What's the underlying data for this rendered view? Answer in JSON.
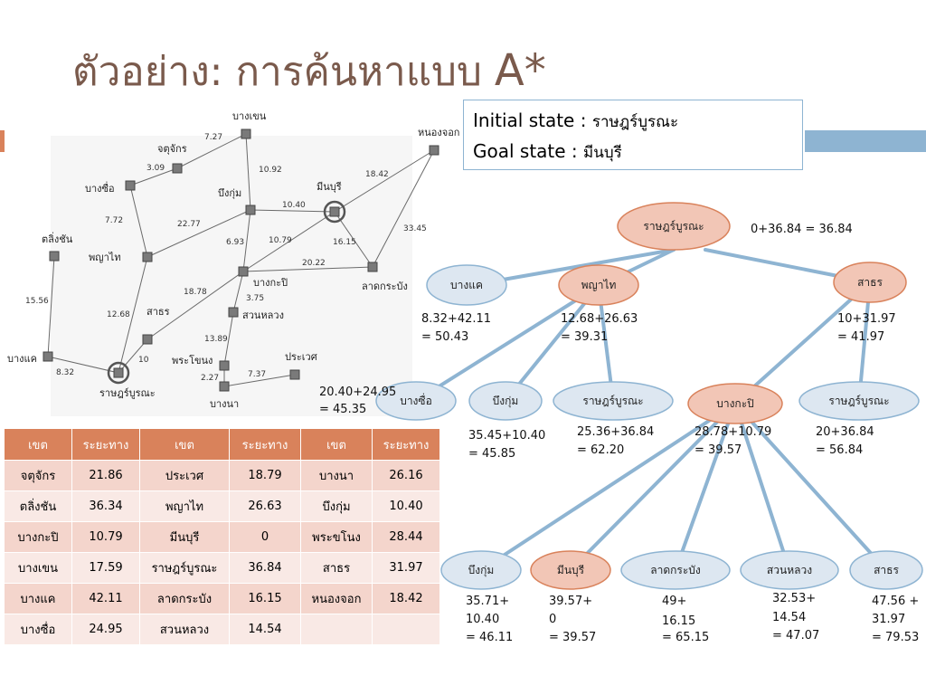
{
  "slide": {
    "title_thai": "ตัวอย่าง: การค้นหาแบบ",
    "title_astar": "A*"
  },
  "info": {
    "initial_label": "Initial state :",
    "initial_value": "ราษฎร์บูรณะ",
    "goal_label": "Goal state :",
    "goal_value": "มีนบุรี"
  },
  "map": {
    "nodes": {
      "bangkhen": "บางเขน",
      "chatuchak": "จตุจักร",
      "nongchok": "หนองจอก",
      "bangsue": "บางซื่อ",
      "buengkum": "บึงกุ่ม",
      "minburi": "มีนบุรี",
      "talingchan": "ตลิ่งชัน",
      "phayathai": "พญาไท",
      "bangkapi": "บางกะปิ",
      "latkrabang": "ลาดกระบัง",
      "sathon": "สาธร",
      "suanluang": "สวนหลวง",
      "bangkhae": "บางแค",
      "phrakhanong": "พระโขนง",
      "prawet": "ประเวศ",
      "ratburana": "ราษฎร์บูรณะ",
      "bangna": "บางนา"
    },
    "edges": {
      "e1": "7.27",
      "e2": "3.09",
      "e3": "10.92",
      "e4": "18.42",
      "e5": "7.72",
      "e6": "22.77",
      "e7": "10.40",
      "e8": "33.45",
      "e9": "6.93",
      "e10": "10.79",
      "e11": "16.15",
      "e12": "20.22",
      "e13": "15.56",
      "e14": "18.78",
      "e15": "3.75",
      "e16": "12.68",
      "e17": "10",
      "e18": "13.89",
      "e19": "8.32",
      "e20": "2.27",
      "e21": "7.37"
    }
  },
  "tree": {
    "root": "ราษฎร์บูรณะ",
    "root_f": "0+36.84 = 36.84",
    "l1": [
      {
        "label": "บางแค",
        "f1": "8.32+42.11",
        "f2": "= 50.43"
      },
      {
        "label": "พญาไท",
        "f1": "12.68+26.63",
        "f2": "= 39.31"
      },
      {
        "label": "สาธร",
        "f1": "10+31.97",
        "f2": "= 41.97"
      }
    ],
    "l2": [
      {
        "label": "บางซื่อ",
        "f1": "20.40+24.95",
        "f2": "= 45.35"
      },
      {
        "label": "บึงกุ่ม",
        "f1": "35.45+10.40",
        "f2": "= 45.85"
      },
      {
        "label": "ราษฎร์บูรณะ",
        "f1": "25.36+36.84",
        "f2": "= 62.20"
      },
      {
        "label": "บางกะปิ",
        "f1": "28.78+10.79",
        "f2": "= 39.57"
      },
      {
        "label": "ราษฎร์บูรณะ",
        "f1": "20+36.84",
        "f2": "= 56.84"
      }
    ],
    "l3": [
      {
        "label": "บึงกุ่ม",
        "f1": "35.71+",
        "f2": "10.40",
        "f3": "= 46.11"
      },
      {
        "label": "มีนบุรี",
        "f1": "39.57+",
        "f2": "0",
        "f3": "= 39.57"
      },
      {
        "label": "ลาดกระบัง",
        "f1": "49+",
        "f2": "16.15",
        "f3": "= 65.15"
      },
      {
        "label": "สวนหลวง",
        "f1": "32.53+",
        "f2": "14.54",
        "f3": "= 47.07"
      },
      {
        "label": "สาธร",
        "f1": "47.56 +",
        "f2": "31.97",
        "f3": "= 79.53"
      }
    ]
  },
  "table": {
    "headers": [
      "เขต",
      "ระยะทาง",
      "เขต",
      "ระยะทาง",
      "เขต",
      "ระยะทาง"
    ],
    "rows": [
      [
        "จตุจักร",
        "21.86",
        "ประเวศ",
        "18.79",
        "บางนา",
        "26.16"
      ],
      [
        "ตลิ่งชัน",
        "36.34",
        "พญาไท",
        "26.63",
        "บึงกุ่ม",
        "10.40"
      ],
      [
        "บางกะปิ",
        "10.79",
        "มีนบุรี",
        "0",
        "พระขโนง",
        "28.44"
      ],
      [
        "บางเขน",
        "17.59",
        "ราษฎร์บูรณะ",
        "36.84",
        "สาธร",
        "31.97"
      ],
      [
        "บางแค",
        "42.11",
        "ลาดกระบัง",
        "16.15",
        "หนองจอก",
        "18.42"
      ],
      [
        "บางซื่อ",
        "24.95",
        "สวนหลวง",
        "14.54",
        "",
        ""
      ]
    ]
  },
  "colors": {
    "title": "#7a5a4c",
    "accent_orange": "#d9825b",
    "accent_blue": "#8eb4d2",
    "node_blue_fill": "#dde7f1",
    "node_orange_fill": "#f2c6b6",
    "tree_line": "#8eb4d2"
  }
}
